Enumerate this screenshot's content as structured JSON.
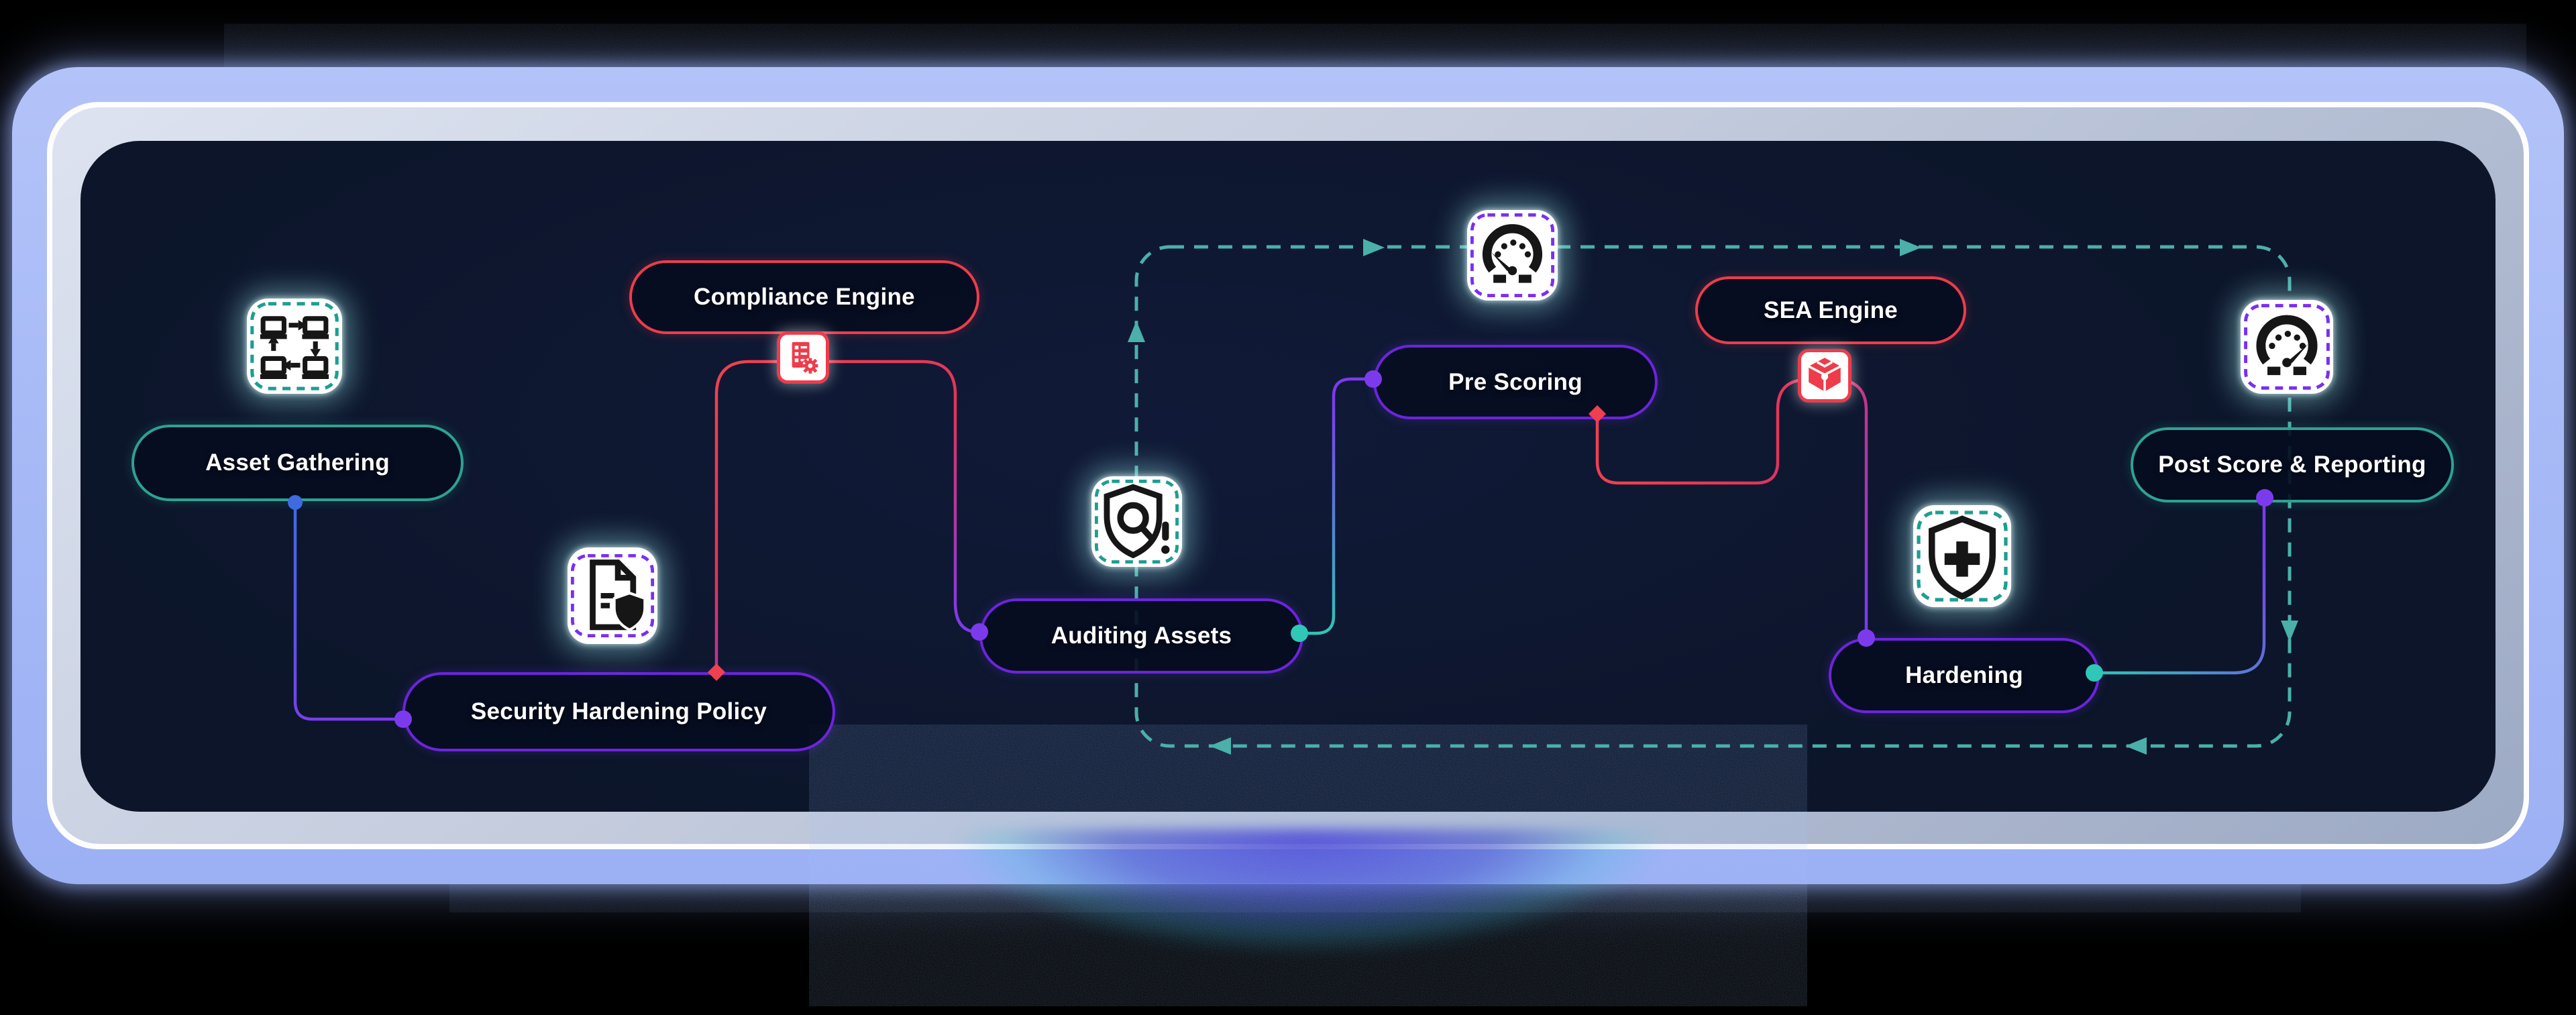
{
  "diagram": {
    "nodes": {
      "asset_gathering": {
        "label": "Asset Gathering",
        "border": "teal"
      },
      "security_hardening_policy": {
        "label": "Security Hardening Policy",
        "border": "purple"
      },
      "compliance_engine": {
        "label": "Compliance Engine",
        "border": "red"
      },
      "auditing_assets": {
        "label": "Auditing Assets",
        "border": "purple"
      },
      "pre_scoring": {
        "label": "Pre Scoring",
        "border": "purple"
      },
      "sea_engine": {
        "label": "SEA Engine",
        "border": "red"
      },
      "hardening": {
        "label": "Hardening",
        "border": "purple"
      },
      "post_score_reporting": {
        "label": "Post Score & Reporting",
        "border": "teal"
      }
    },
    "icons": {
      "asset_gathering": "network-cycle-icon",
      "security_hardening_policy": "document-shield-icon",
      "compliance_engine": "report-gear-icon",
      "auditing_assets": "shield-search-alert-icon",
      "pre_scoring": "gauge-icon",
      "sea_engine": "cube-icon",
      "hardening": "shield-plus-icon",
      "post_score_reporting": "gauge-icon"
    },
    "flow": [
      "Asset Gathering",
      "Security Hardening Policy",
      "Compliance Engine",
      "Auditing Assets",
      "Pre Scoring",
      "SEA Engine",
      "Hardening",
      "Post Score & Reporting"
    ],
    "feedback_loop": {
      "style": "dashed",
      "color": "#4ab0a9",
      "direction": "clockwise",
      "connects": [
        "Auditing Assets",
        "Post Score & Reporting"
      ]
    },
    "colors": {
      "panel_bg": "#0d1630",
      "frame": "#a7b9f6",
      "teal_border": "#2ea293",
      "purple_border": "#6c24dd",
      "red_border": "#ee3c4b",
      "dot_blue": "#3e6be0",
      "dot_purple": "#7c3aed",
      "dot_teal": "#2fc7b6",
      "diamond_red": "#ef4051",
      "text": "#ffffff"
    }
  }
}
